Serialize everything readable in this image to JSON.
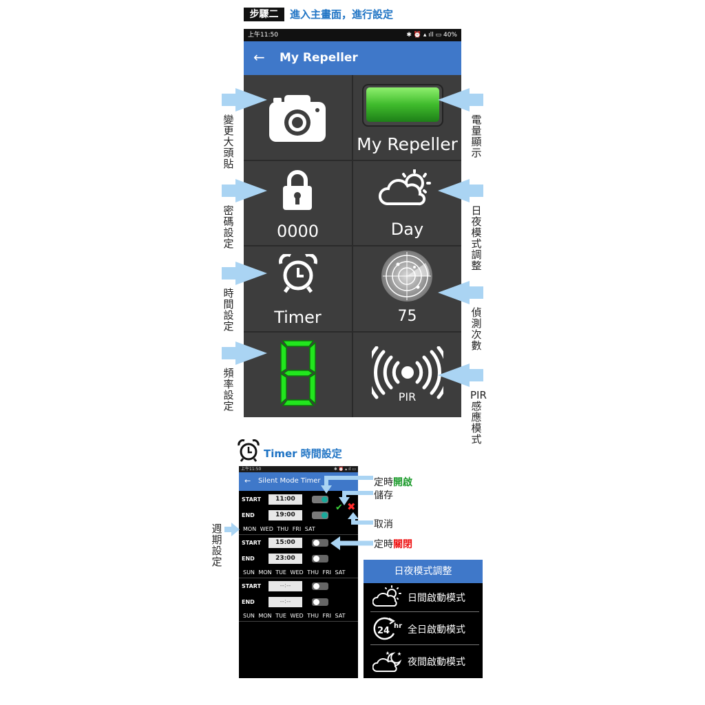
{
  "step": {
    "badge": "步驟二",
    "title": "進入主畫面，進行設定"
  },
  "phone": {
    "status_time": "上午11:50",
    "status_battery": "40%",
    "app_title": "My Repeller",
    "cells": {
      "battery_label": "My Repeller",
      "password_label": "0000",
      "mode_label": "Day",
      "timer_label": "Timer",
      "count_label": "75",
      "pir_label": "PIR",
      "frequency_digit": "8"
    }
  },
  "callouts": {
    "avatar": "變更大頭貼",
    "password": "密碼設定",
    "time": "時間設定",
    "frequency": "頻率設定",
    "battery": "電量顯示",
    "daynight": "日夜模式調整",
    "count": "偵測次數",
    "pir": "PIR感應模式"
  },
  "timer_section": {
    "heading": "Timer 時間設定",
    "status_time": "上午11:50",
    "app_title": "Silent Mode Timer",
    "start_label": "START",
    "end_label": "END",
    "blocks": [
      {
        "start": "11:00",
        "end": "19:00",
        "start_on": true,
        "end_on": true,
        "days": "MON WED THU FRI SAT"
      },
      {
        "start": "15:00",
        "end": "23:00",
        "start_on": false,
        "end_on": false,
        "days": "SUN MON TUE WED THU FRI SAT"
      },
      {
        "start": "--:--",
        "end": "--:--",
        "start_on": false,
        "end_on": false,
        "days": "SUN MON TUE WED THU FRI SAT"
      }
    ],
    "notes": {
      "timer_on_prefix": "定時",
      "timer_on_word": "開啟",
      "save": "儲存",
      "cancel": "取消",
      "timer_off_prefix": "定時",
      "timer_off_word": "關閉",
      "weekly": "週期設定"
    },
    "colors": {
      "on": "#1a9a2a",
      "off": "#e11111"
    }
  },
  "daynight_panel": {
    "title": "日夜模式調整",
    "items": [
      {
        "icon": "sun-cloud-icon",
        "label": "日間啟動模式"
      },
      {
        "icon": "24hr-icon",
        "label": "全日啟動模式",
        "icon_text": "24",
        "icon_sup": "hr"
      },
      {
        "icon": "moon-cloud-icon",
        "label": "夜間啟動模式"
      }
    ]
  },
  "colors": {
    "accent": "#3f78c9",
    "heading_blue": "#1e73c4",
    "arrow": "#aad4f3",
    "tile_bg": "#3d3d3d",
    "digit_green": "#22e61e"
  }
}
